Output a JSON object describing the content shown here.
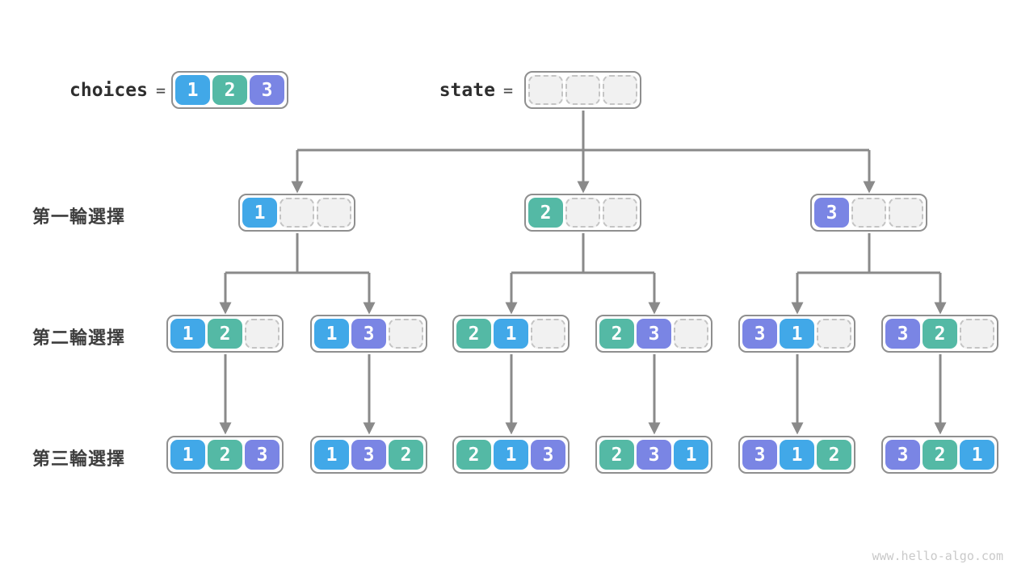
{
  "colors": {
    "c1": "#41a8e8",
    "c2": "#54b9a5",
    "c3": "#7a85e4",
    "line": "#8a8a8a",
    "text": "#3d3d3d",
    "watermark": "#c9c9c9"
  },
  "legend": {
    "choices": {
      "label": "choices",
      "equals": "=",
      "cells": [
        1,
        2,
        3
      ]
    },
    "state": {
      "label": "state",
      "equals": "=",
      "cells": [
        null,
        null,
        null
      ]
    }
  },
  "rows": [
    {
      "label": "第一輪選擇",
      "nodes": [
        [
          1,
          null,
          null
        ],
        [
          2,
          null,
          null
        ],
        [
          3,
          null,
          null
        ]
      ]
    },
    {
      "label": "第二輪選擇",
      "nodes": [
        [
          1,
          2,
          null
        ],
        [
          1,
          3,
          null
        ],
        [
          2,
          1,
          null
        ],
        [
          2,
          3,
          null
        ],
        [
          3,
          1,
          null
        ],
        [
          3,
          2,
          null
        ]
      ]
    },
    {
      "label": "第三輪選擇",
      "nodes": [
        [
          1,
          2,
          3
        ],
        [
          1,
          3,
          2
        ],
        [
          2,
          1,
          3
        ],
        [
          2,
          3,
          1
        ],
        [
          3,
          1,
          2
        ],
        [
          3,
          2,
          1
        ]
      ]
    }
  ],
  "watermark": "www.hello-algo.com"
}
